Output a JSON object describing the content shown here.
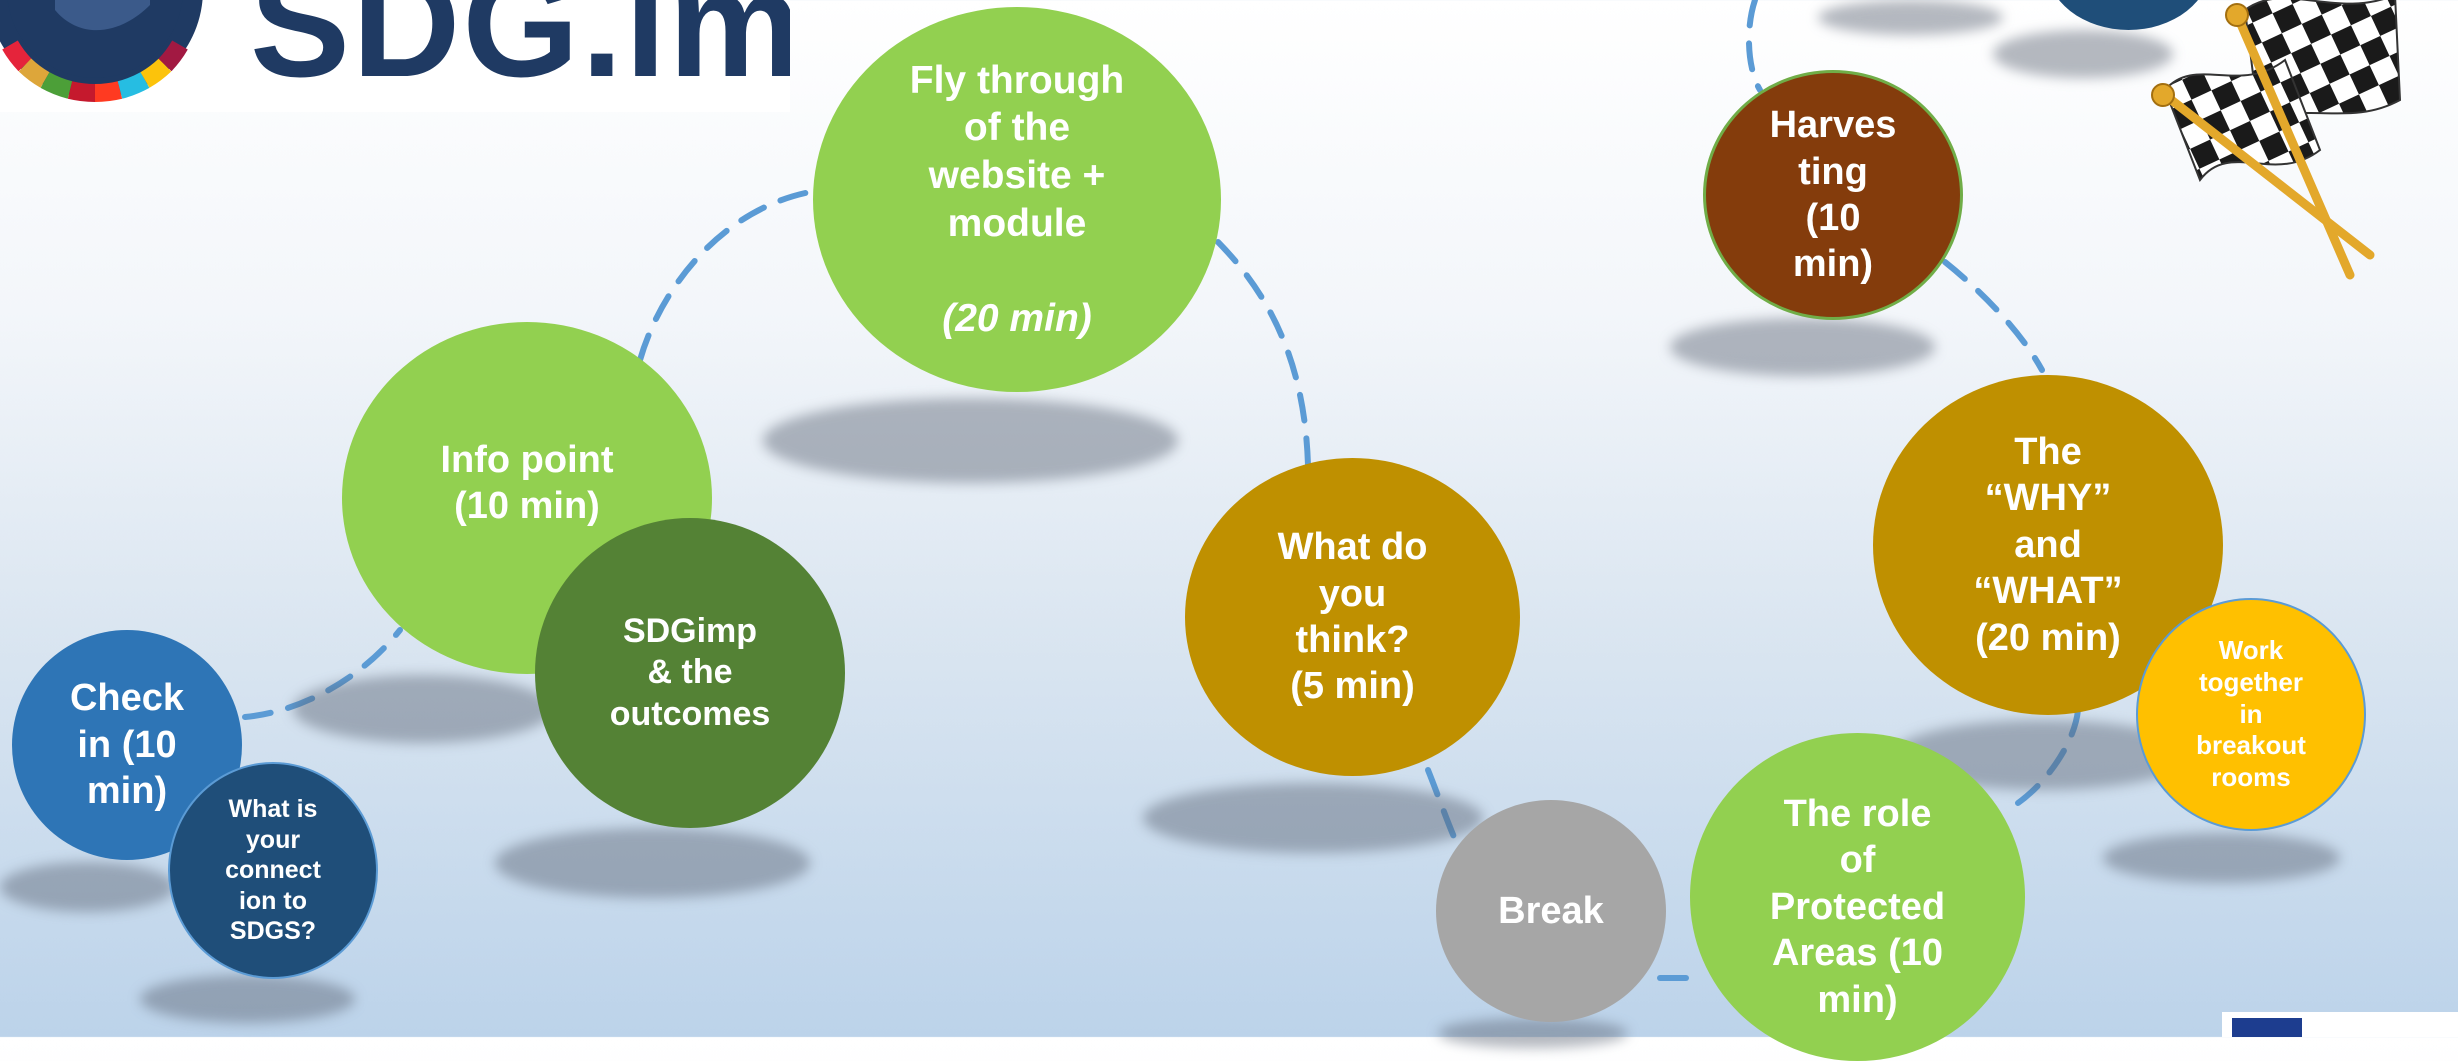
{
  "header": {
    "logo_text": "SDG.imp"
  },
  "agenda": [
    {
      "id": "checkin",
      "label": "Check\nin (10\nmin)",
      "color": "#2e75b6"
    },
    {
      "id": "connection",
      "label": "What is\nyour\nconnect\nion to\nSDGS?",
      "color": "#1f4e79"
    },
    {
      "id": "infopoint",
      "label": "Info point\n(10 min)",
      "color": "#92d050"
    },
    {
      "id": "outcomes",
      "label": "SDGimp\n& the\noutcomes",
      "color": "#548235"
    },
    {
      "id": "flythrough",
      "label": "Fly through\nof the\nwebsite +\nmodule",
      "sublabel": "(20 min)",
      "color": "#92d050"
    },
    {
      "id": "whatthink",
      "label": "What do\nyou\nthink?\n(5 min)",
      "color": "#bf9000"
    },
    {
      "id": "break",
      "label": "Break",
      "color": "#a6a6a6"
    },
    {
      "id": "protected",
      "label": "The role\nof\nProtected\nAreas (10\nmin)",
      "color": "#92d050"
    },
    {
      "id": "whywhat",
      "label": "The\n“WHY”\nand\n“WHAT”\n(20 min)",
      "color": "#bf9000"
    },
    {
      "id": "worktogether",
      "label": "Work\ntogether\nin\nbreakout\nrooms",
      "color": "#ffc000"
    },
    {
      "id": "harvesting",
      "label": "Harves\nting\n(10\nmin)",
      "color": "#843c0c"
    }
  ],
  "colors": {
    "connector": "#5b9bd5",
    "flag_pole": "#e3a82b"
  },
  "icons": [
    "sdg-wheel-logo",
    "checkered-flag-icon",
    "eu-flag-icon"
  ]
}
